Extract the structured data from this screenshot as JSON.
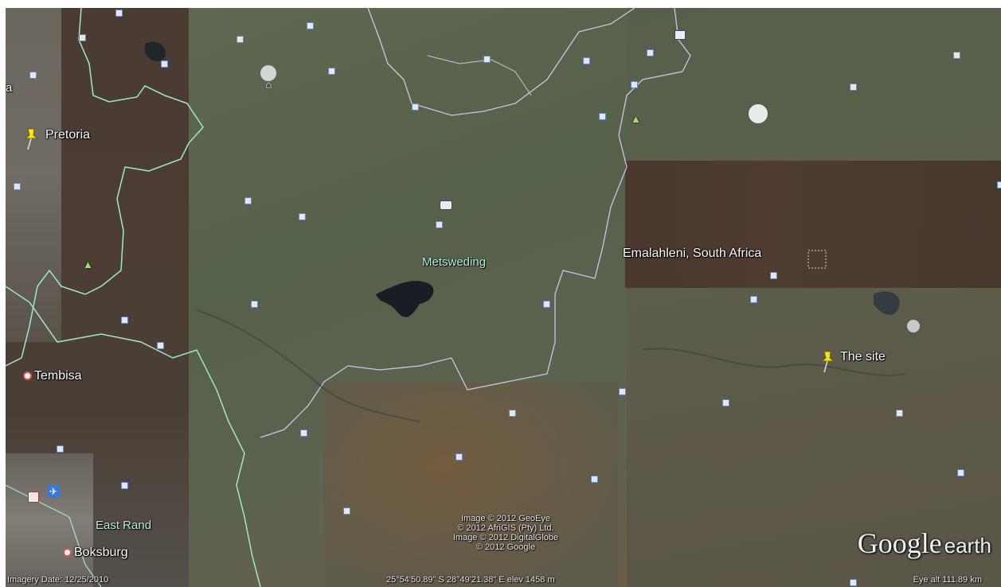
{
  "map": {
    "places": {
      "pretoria": "Pretoria",
      "tembisa": "Tembisa",
      "boksburg": "Boksburg",
      "east_rand": "East Rand",
      "metsweding": "Metsweding",
      "emalahleni": "Emalahleni, South Africa",
      "the_site": "The site",
      "edge_a": "a"
    },
    "attribution": {
      "line1": "Image © 2012 GeoEye",
      "line2": "© 2012 AfriGIS (Pty) Ltd.",
      "line3": "Image © 2012 DigitalGlobe",
      "line4": "© 2012 Google"
    },
    "status": {
      "imagery_date": "Imagery Date: 12/25/2010",
      "coordinates": "25°54'50.89\" S  28°49'21.38\" E  elev  1458 m",
      "eye_alt": "Eye alt  111.89 km"
    },
    "logo": {
      "google": "Google",
      "earth": "earth"
    },
    "colors": {
      "pin": "#f2e41f",
      "border": "#9fe8c9",
      "boundary": "#c9c6e6",
      "poi": "#dfe9f5"
    }
  }
}
